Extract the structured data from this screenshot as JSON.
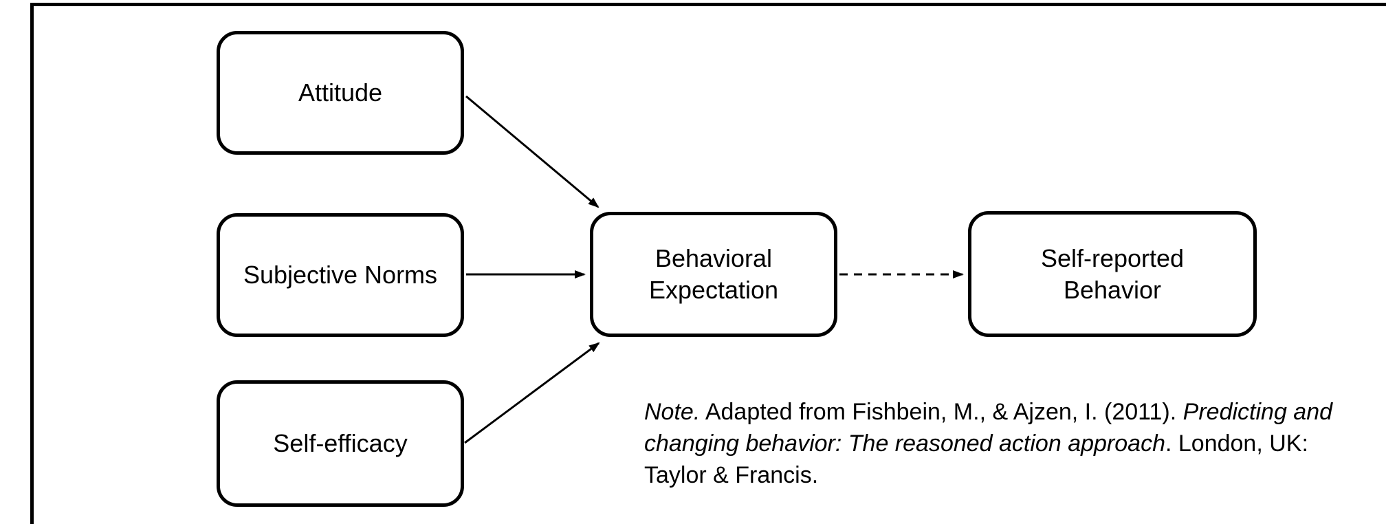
{
  "diagram": {
    "background_color": "#ffffff",
    "stroke_color": "#000000",
    "boxes": {
      "attitude": {
        "label": "Attitude"
      },
      "subjective_norms": {
        "label": "Subjective Norms"
      },
      "self_efficacy": {
        "label": "Self-efficacy"
      },
      "behavioral_expectation": {
        "label": "Behavioral\nExpectation"
      },
      "self_reported_behavior": {
        "label": "Self-reported\nBehavior"
      }
    },
    "edges": [
      {
        "from": "Attitude",
        "to": "Behavioral Expectation",
        "style": "solid"
      },
      {
        "from": "Subjective Norms",
        "to": "Behavioral Expectation",
        "style": "solid"
      },
      {
        "from": "Self-efficacy",
        "to": "Behavioral Expectation",
        "style": "solid"
      },
      {
        "from": "Behavioral Expectation",
        "to": "Self-reported Behavior",
        "style": "dashed"
      }
    ]
  },
  "note": {
    "lines": [
      {
        "segments": [
          {
            "text": "Note.",
            "italic": true
          },
          {
            "text": " Adapted from Fishbein, M., & Ajzen, I. (2011). ",
            "italic": false
          },
          {
            "text": "Predicting and",
            "italic": true
          }
        ]
      },
      {
        "segments": [
          {
            "text": "changing behavior: The reasoned action approach",
            "italic": true
          },
          {
            "text": ". London, UK:",
            "italic": false
          }
        ]
      },
      {
        "segments": [
          {
            "text": "Taylor & Francis.",
            "italic": false
          }
        ]
      }
    ]
  }
}
